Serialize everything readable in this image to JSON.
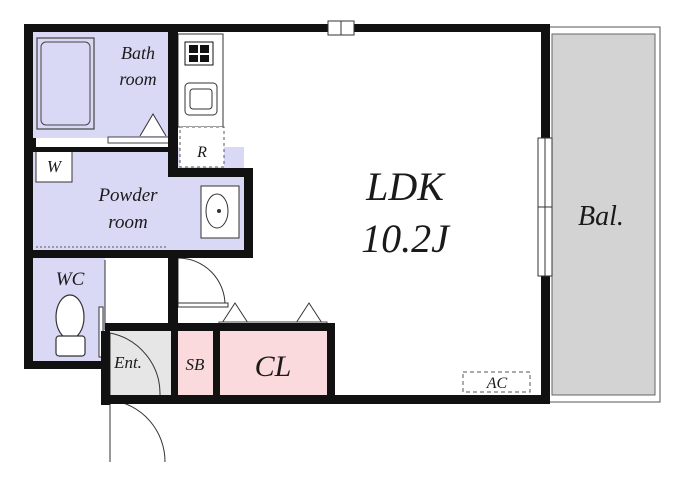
{
  "rooms": {
    "ldk": {
      "name": "LDK",
      "size": "10.2J"
    },
    "bath": {
      "line1": "Bath",
      "line2": "room"
    },
    "powder": {
      "line1": "Powder",
      "line2": "room"
    },
    "wc": "WC",
    "washer": "W",
    "fridge": "R",
    "entrance": "Ent.",
    "shoe_box": "SB",
    "closet": "CL",
    "balcony": "Bal.",
    "air_conditioner": "AC"
  },
  "colors": {
    "wet_area": "#d9d9f5",
    "storage": "#fadadd",
    "balcony": "#d3d3d3",
    "entrance": "#e6e6e6",
    "wall": "#111111"
  }
}
